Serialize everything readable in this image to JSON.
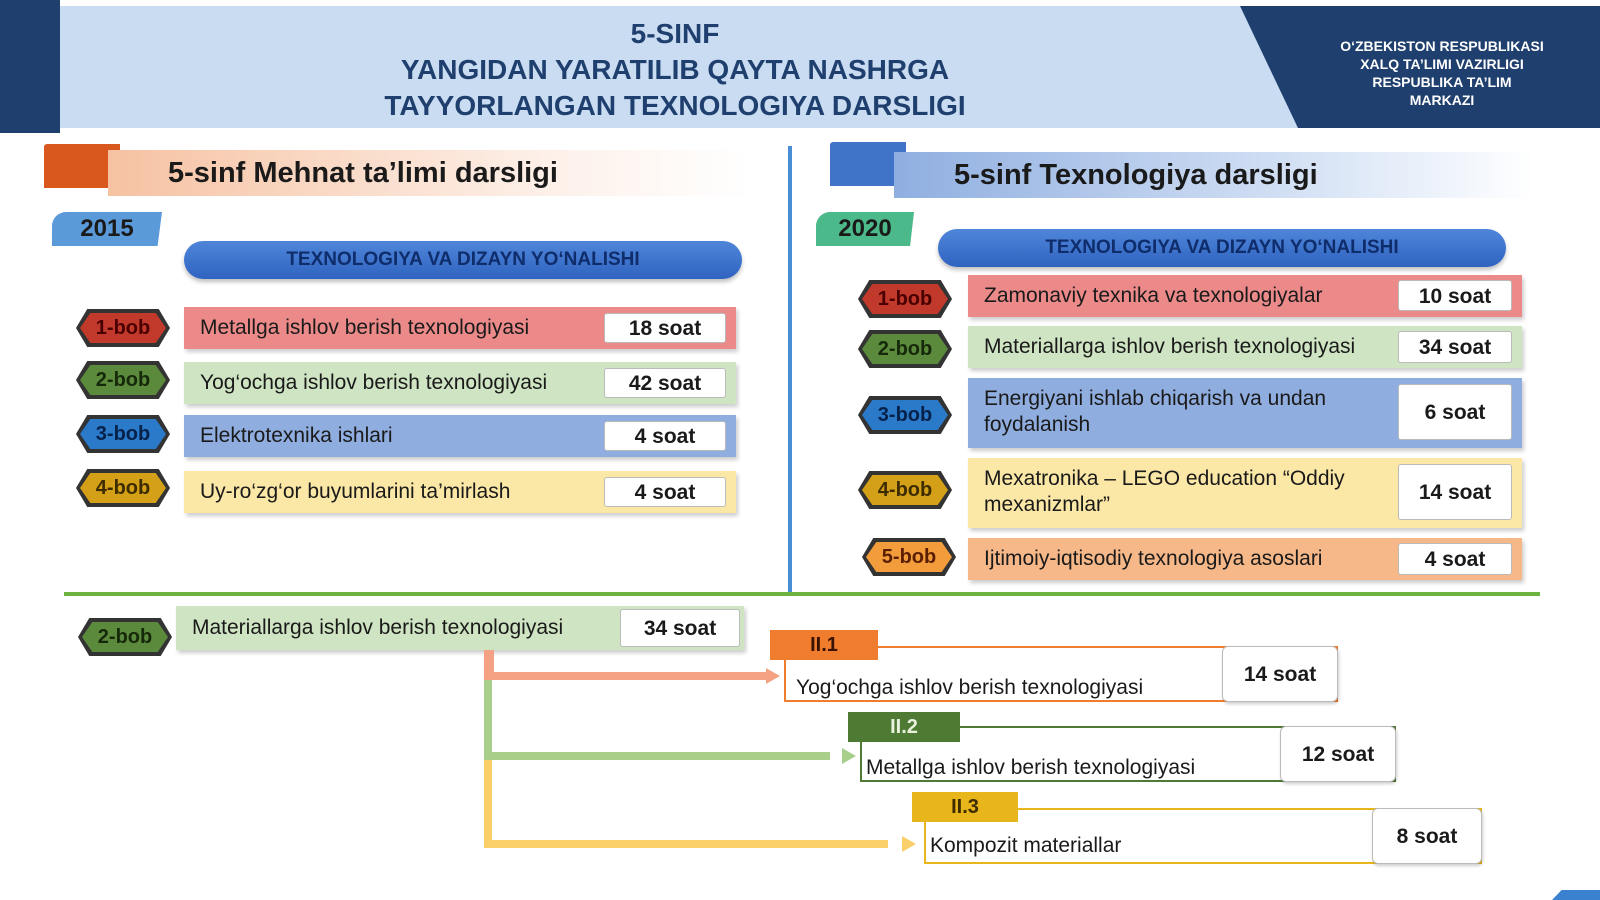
{
  "header": {
    "title_lines": [
      "5-SINF",
      "YANGIDAN YARATILIB QAYTA NASHRGA",
      "TAYYORLANGAN TEXNOLOGIYA DARSLIGI"
    ],
    "org_lines": [
      "O‘ZBEKISTON RESPUBLIKASI",
      "XALQ TA’LIMI VAZIRLIGI",
      "RESPUBLIKA TA’LIM",
      "MARKAZI"
    ],
    "colors": {
      "band": "#c9dcf1",
      "navy": "#1f3f6e"
    }
  },
  "left_panel": {
    "title": "5-sinf Mehnat ta’limi darsligi",
    "year": "2015",
    "section": "TEXNOLOGIYA VA DIZAYN YO‘NALISHI",
    "chapters": [
      {
        "badge": "1-bob",
        "title": "Metallga ishlov berish texnologiyasi",
        "hours": "18 soat"
      },
      {
        "badge": "2-bob",
        "title": "Yog‘ochga ishlov berish texnologiyasi",
        "hours": "42 soat"
      },
      {
        "badge": "3-bob",
        "title": "Elektrotexnika ishlari",
        "hours": "4 soat"
      },
      {
        "badge": "4-bob",
        "title": "Uy-ro‘zg‘or buyumlarini ta’mirlash",
        "hours": "4 soat"
      }
    ]
  },
  "right_panel": {
    "title": "5-sinf Texnologiya darsligi",
    "year": "2020",
    "section": "TEXNOLOGIYA VA DIZAYN YO‘NALISHI",
    "chapters": [
      {
        "badge": "1-bob",
        "title": "Zamonaviy texnika va texnologiyalar",
        "hours": "10 soat"
      },
      {
        "badge": "2-bob",
        "title": "Materiallarga ishlov berish texnologiyasi",
        "hours": "34 soat"
      },
      {
        "badge": "3-bob",
        "title": "Energiyani ishlab chiqarish va undan foydalanish",
        "hours": "6 soat"
      },
      {
        "badge": "4-bob",
        "title": "Mexatronika – LEGO education “Oddiy mexanizmlar”",
        "hours": "14 soat"
      },
      {
        "badge": "5-bob",
        "title": "Ijtimoiy-iqtisodiy texnologiya asoslari",
        "hours": "4 soat"
      }
    ]
  },
  "breakdown": {
    "badge": "2-bob",
    "title": "Materiallarga ishlov berish texnologiyasi",
    "hours": "34 soat",
    "items": [
      {
        "tag": "II.1",
        "title": "Yog‘ochga ishlov berish texnologiyasi",
        "hours": "14 soat",
        "color": "#f07d2e"
      },
      {
        "tag": "II.2",
        "title": "Metallga ishlov berish texnologiyasi",
        "hours": "12 soat",
        "color": "#4f7a33"
      },
      {
        "tag": "II.3",
        "title": "Kompozit materiallar",
        "hours": "8 soat",
        "color": "#e8b51a"
      }
    ]
  }
}
